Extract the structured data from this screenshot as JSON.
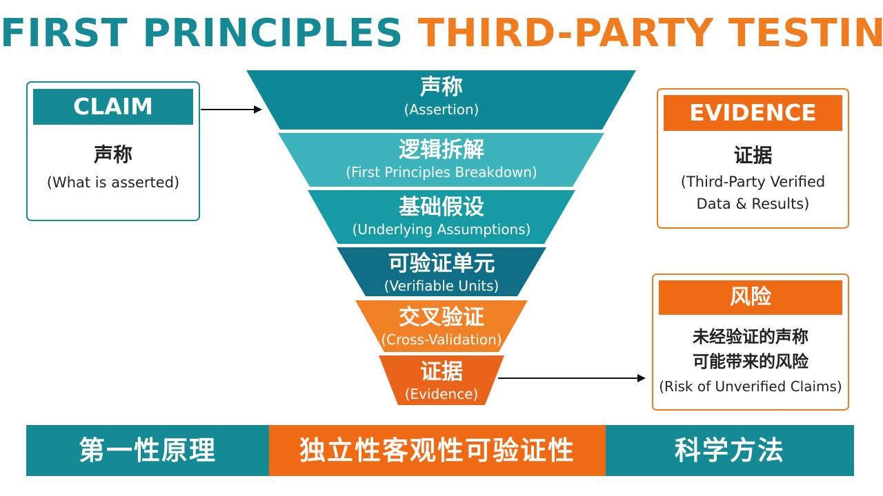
{
  "title": {
    "part1": "FIRST PRINCIPLES",
    "part2": "THIRD-PARTY TESTING"
  },
  "claim": {
    "header": "CLAIM",
    "zh": "声称",
    "en": "(What is asserted)"
  },
  "evidence": {
    "header": "EVIDENCE",
    "zh": "证据",
    "en_line1": "(Third-Party Verified",
    "en_line2": "Data & Results)"
  },
  "risk": {
    "header": "风险",
    "zh_line1": "未经验证的声称",
    "zh_line2": "可能带来的风险",
    "en": "(Risk of Unverified Claims)"
  },
  "funnel": {
    "layers": [
      {
        "zh": "声称",
        "en": "(Assertion)",
        "color": "#0e8796"
      },
      {
        "zh": "逻辑拆解",
        "en": "(First Principles Breakdown)",
        "color": "#3db3bb"
      },
      {
        "zh": "基础假设",
        "en": "(Underlying Assumptions)",
        "color": "#169aa3"
      },
      {
        "zh": "可验证单元",
        "en": "(Verifiable Units)",
        "color": "#106f86"
      },
      {
        "zh": "交叉验证",
        "en": "(Cross-Validation)",
        "color": "#f08127"
      },
      {
        "zh": "证据",
        "en": "(Evidence)",
        "color": "#e8641b"
      }
    ]
  },
  "bottom_bar": {
    "left": "第一性原理",
    "middle": "独立性客观性可验证性",
    "right": "科学方法"
  },
  "colors": {
    "teal": "#158a95",
    "orange": "#ef6a14"
  }
}
